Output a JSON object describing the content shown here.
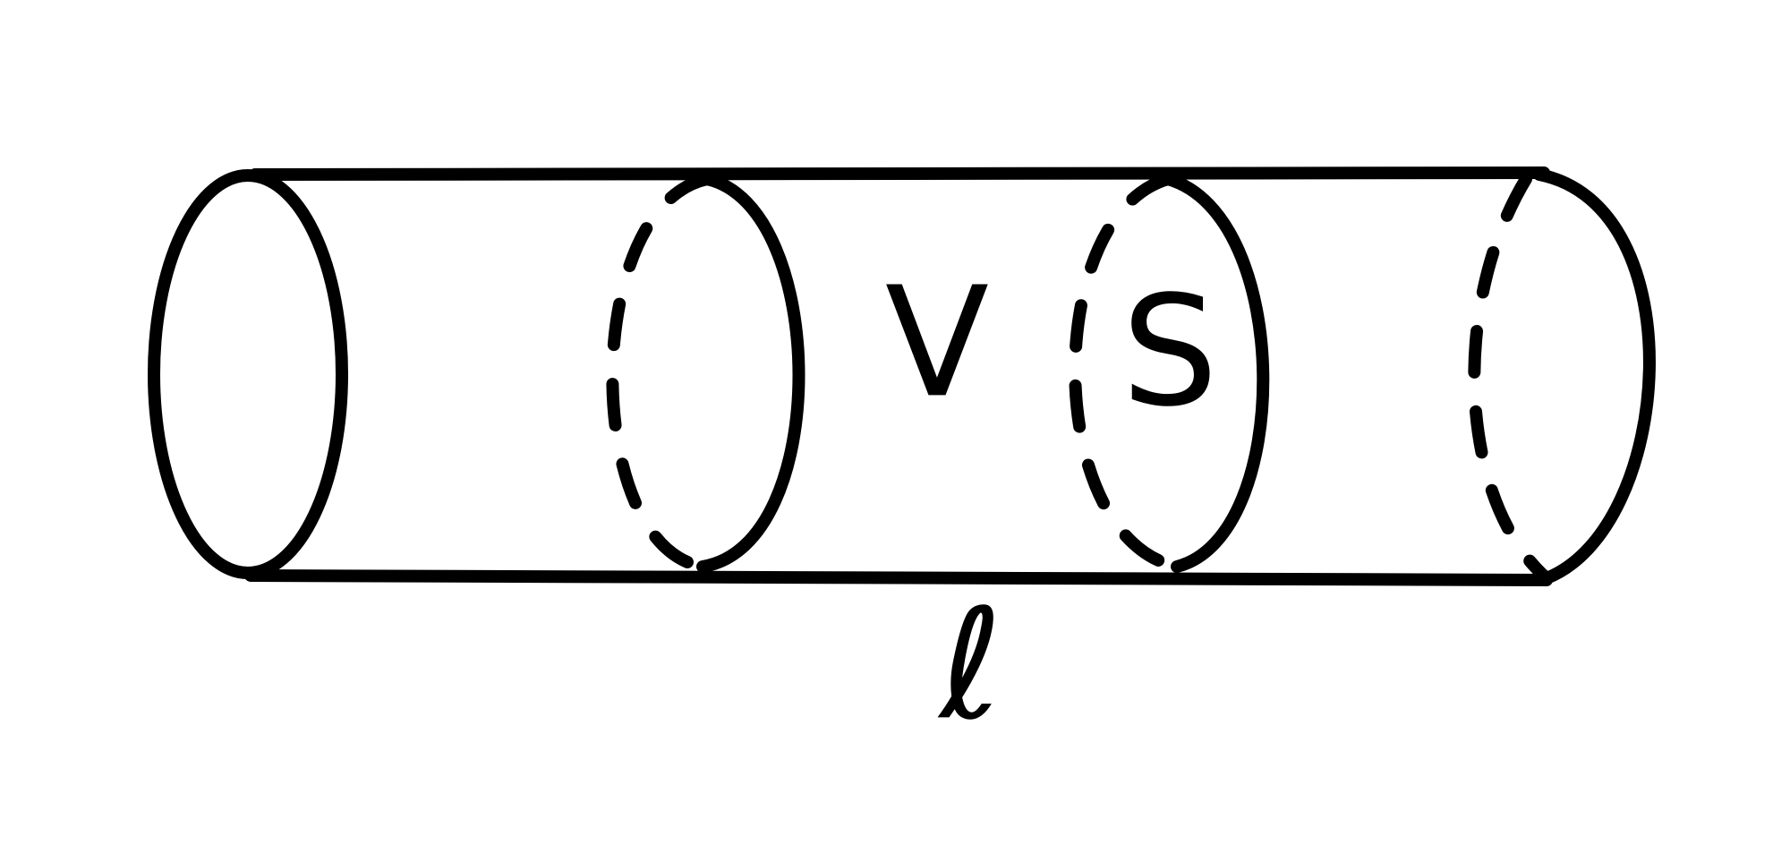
{
  "diagram": {
    "labels": {
      "volume": "V",
      "surface": "S",
      "length": "ℓ"
    },
    "colors": {
      "stroke": "#000000",
      "background": "#ffffff"
    }
  }
}
